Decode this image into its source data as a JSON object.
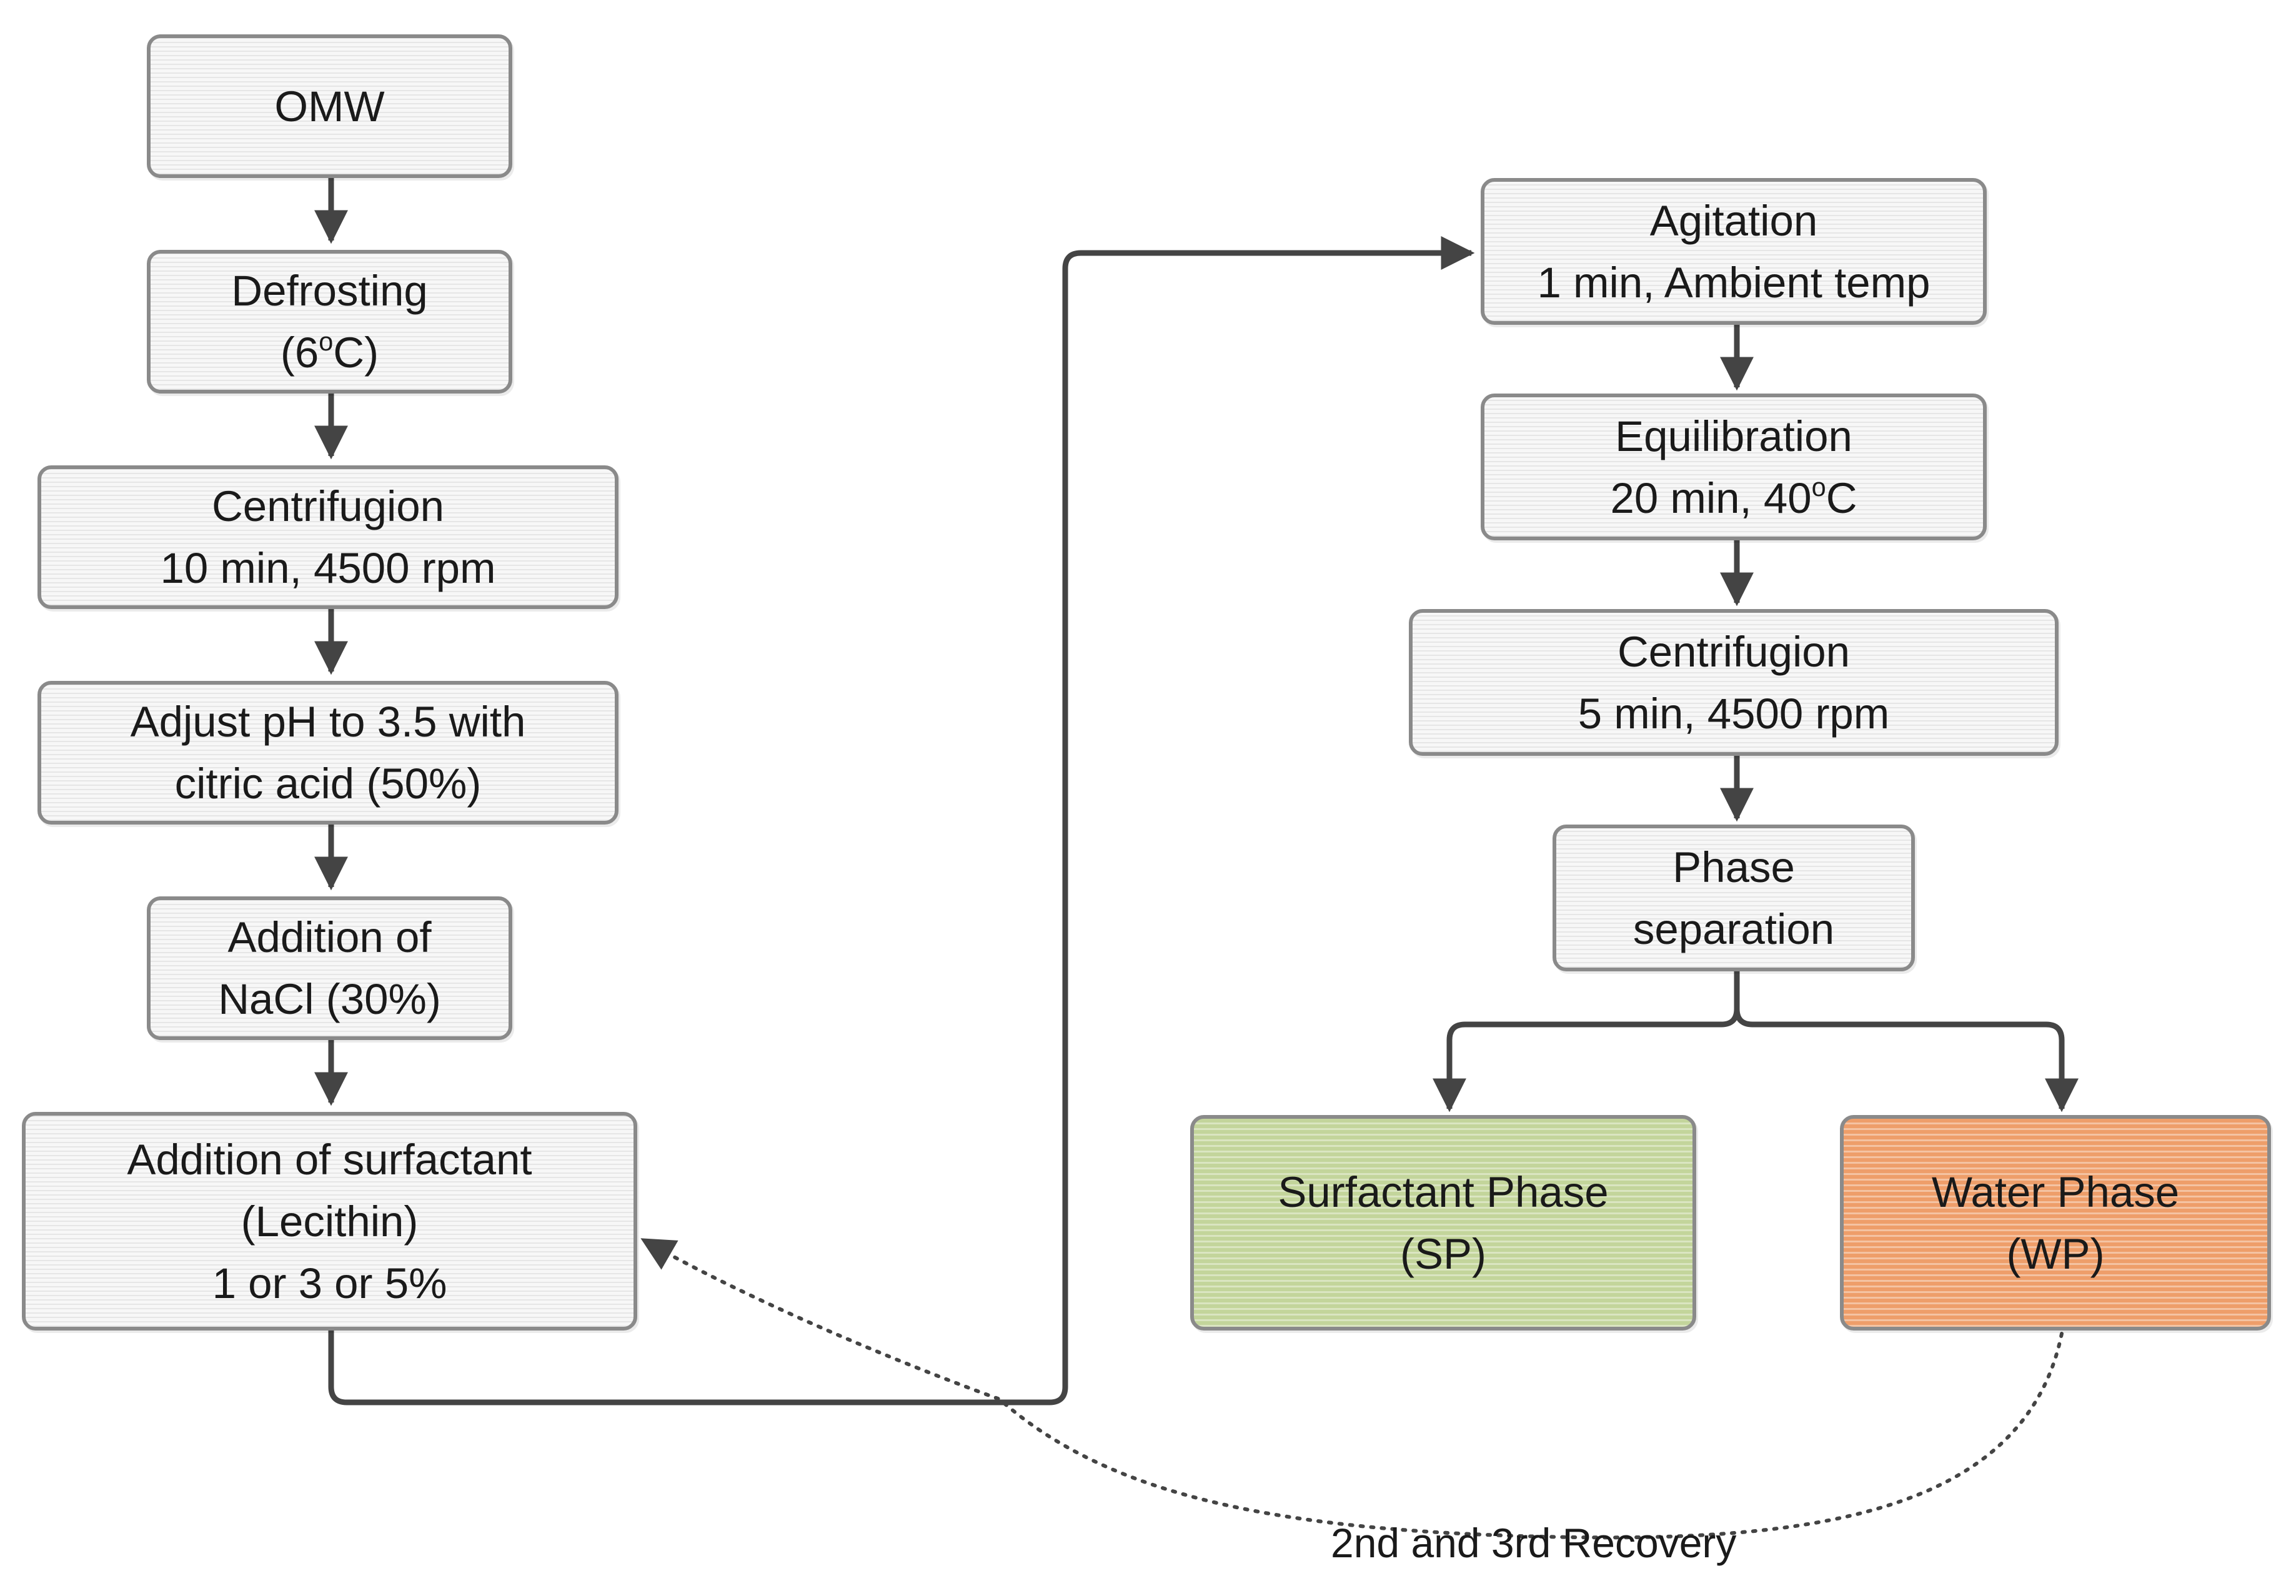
{
  "left_column": {
    "omw": {
      "line1": "OMW"
    },
    "defrosting": {
      "line1": "Defrosting",
      "line2_prefix": "(6",
      "line2_sup": "o",
      "line2_suffix": "C)"
    },
    "centrifugion_1": {
      "line1": "Centrifugion",
      "line2": "10 min, 4500 rpm"
    },
    "adjust_ph": {
      "line1": "Adjust pH to 3.5 with",
      "line2": "citric acid (50%)"
    },
    "addition_nacl": {
      "line1": "Addition of",
      "line2": "NaCl (30%)"
    },
    "addition_surfactant": {
      "line1": "Addition of surfactant",
      "line2": "(Lecithin)",
      "line3": "1 or 3 or 5%"
    }
  },
  "right_column": {
    "agitation": {
      "line1": "Agitation",
      "line2": "1 min, Ambient temp"
    },
    "equilibration": {
      "line1": "Equilibration",
      "line2_prefix": "20 min, 40",
      "line2_sup": "o",
      "line2_suffix": "C"
    },
    "centrifugion_2": {
      "line1": "Centrifugion",
      "line2": "5 min, 4500 rpm"
    },
    "phase_separation": {
      "line1": "Phase",
      "line2": "separation"
    },
    "surfactant_phase": {
      "line1": "Surfactant Phase",
      "line2": "(SP)"
    },
    "water_phase": {
      "line1": "Water Phase",
      "line2": "(WP)"
    }
  },
  "recovery_label": "2nd and 3rd Recovery",
  "colors": {
    "box_border": "#8a8a8a",
    "box_fill": "#f7f7f7",
    "surfactant_phase_fill": "#c3d59b",
    "water_phase_fill": "#ee9e6a",
    "arrow": "#444444"
  }
}
